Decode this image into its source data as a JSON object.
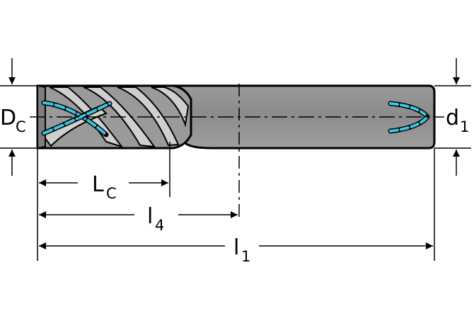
{
  "labels": {
    "Dc": {
      "main": "D",
      "sub": "C"
    },
    "d1": {
      "main": "d",
      "sub": "1"
    },
    "Lc": {
      "main": "L",
      "sub": "C"
    },
    "l4": {
      "main": "l",
      "sub": "4"
    },
    "l1": {
      "main": "l",
      "sub": "1"
    }
  },
  "colors": {
    "body": "#8f8f8f",
    "body_light": "#c9c9c9",
    "outline": "#000000",
    "coolant": "#3cc6e0"
  }
}
